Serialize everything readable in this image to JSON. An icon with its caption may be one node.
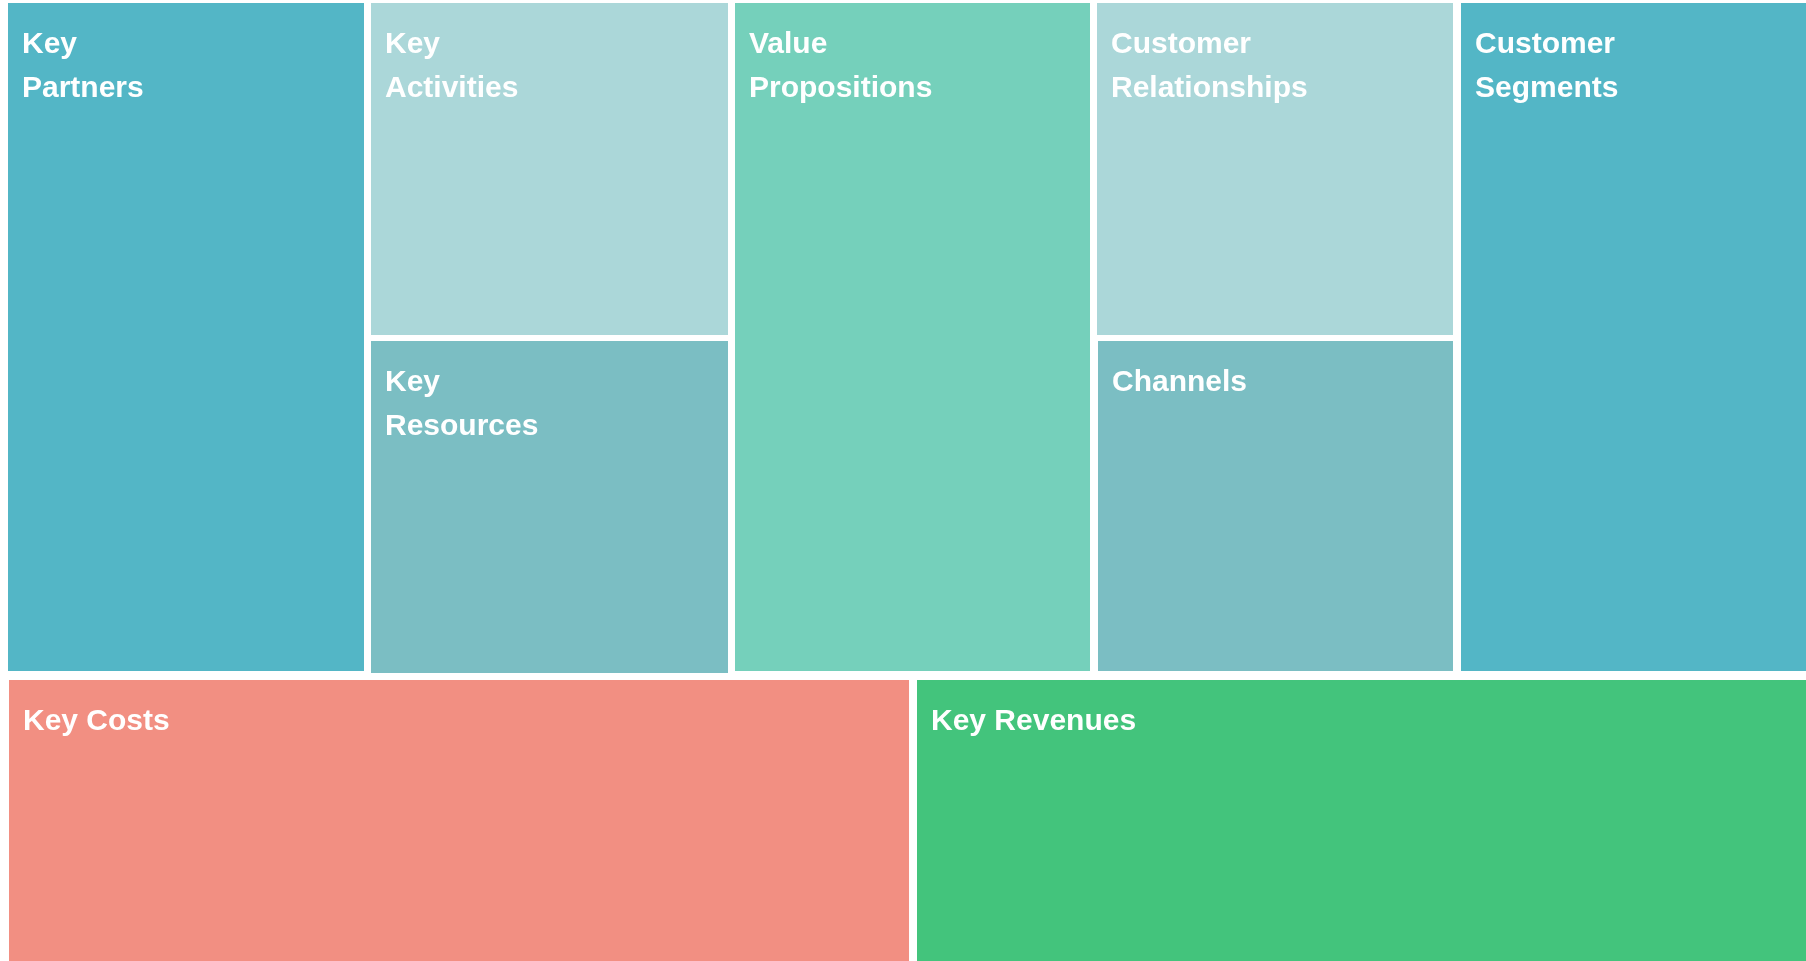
{
  "diagram": {
    "nodes": [
      {
        "text": [
          "Key Partners"
        ]
      },
      {
        "text": [
          "Key Activities"
        ]
      },
      {
        "text": [
          "Key Resources"
        ]
      },
      {
        "text": [
          "Value Propositions"
        ]
      },
      {
        "text": [
          "Customer Relationships"
        ]
      },
      {
        "text": [
          "Channels"
        ]
      },
      {
        "text": [
          "Customer Segments"
        ]
      },
      {
        "text": [
          "Key Costs"
        ]
      },
      {
        "text": [
          "Key Revenues"
        ]
      }
    ]
  }
}
